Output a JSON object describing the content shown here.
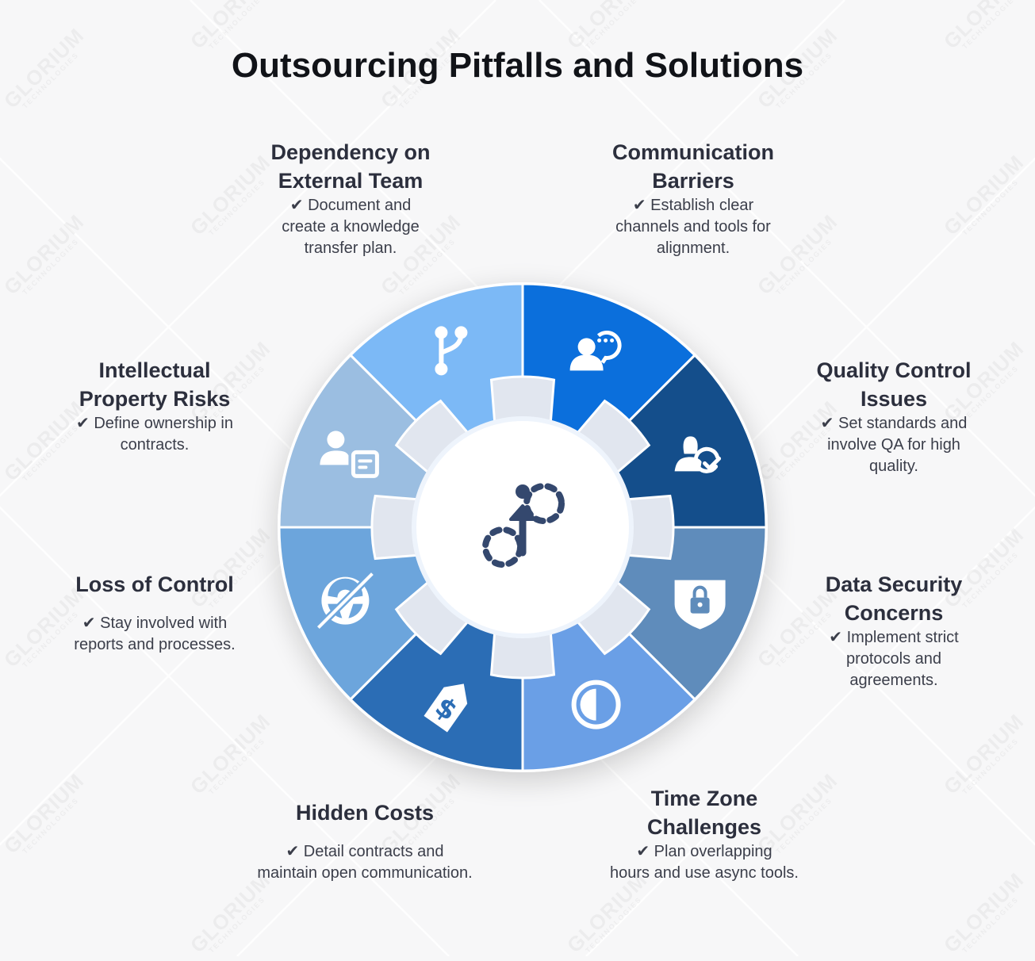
{
  "title": "Outsourcing Pitfalls and Solutions",
  "watermark": {
    "line1": "GLORIUM",
    "line2": "TECHNOLOGIES"
  },
  "center_icon": "dashed-path-arrow-up-icon",
  "colors": {
    "background": "#f7f7f8",
    "tooth": "#e1e6ef",
    "center": "#ffffff",
    "center_icon": "#34486e"
  },
  "segments": [
    {
      "id": "dependency",
      "heading": "Dependency on External Team",
      "heading_lines": [
        "Dependency on",
        "External Team"
      ],
      "solution_lines": [
        "✔ Document and",
        "create a knowledge",
        "transfer plan."
      ],
      "icon": "git-branch-icon",
      "color": "#7cb9f6"
    },
    {
      "id": "communication",
      "heading": "Communication Barriers",
      "heading_lines": [
        "Communication",
        "Barriers"
      ],
      "solution_lines": [
        "✔ Establish clear",
        "channels and tools for",
        "alignment."
      ],
      "icon": "person-chat-icon",
      "color": "#0b6fdc"
    },
    {
      "id": "quality",
      "heading": "Quality Control Issues",
      "heading_lines": [
        "Quality Control",
        "Issues"
      ],
      "solution_lines": [
        "✔ Set standards and",
        "involve QA for high",
        "quality."
      ],
      "icon": "person-check-icon",
      "color": "#144e8b"
    },
    {
      "id": "security",
      "heading": "Data Security Concerns",
      "heading_lines": [
        "Data Security",
        "Concerns"
      ],
      "solution_lines": [
        "✔ Implement strict",
        "protocols and",
        "agreements."
      ],
      "icon": "shield-lock-icon",
      "color": "#5f8cbb"
    },
    {
      "id": "timezone",
      "heading": "Time Zone Challenges",
      "heading_lines": [
        "Time Zone",
        "Challenges"
      ],
      "solution_lines": [
        "✔ Plan overlapping",
        "hours and use async tools."
      ],
      "icon": "half-circle-icon",
      "color": "#6a9fe6"
    },
    {
      "id": "costs",
      "heading": "Hidden Costs",
      "heading_lines": [
        "Hidden Costs"
      ],
      "solution_lines": [
        "✔ Detail contracts and",
        "maintain open communication."
      ],
      "icon": "price-tag-dollar-icon",
      "color": "#2b6db5"
    },
    {
      "id": "control",
      "heading": "Loss of Control",
      "heading_lines": [
        "Loss of Control"
      ],
      "solution_lines": [
        "✔ Stay involved with",
        "reports and processes."
      ],
      "icon": "steering-wheel-off-icon",
      "color": "#6ca5dc"
    },
    {
      "id": "ip",
      "heading": "Intellectual Property Risks",
      "heading_lines": [
        "Intellectual",
        "Property Risks"
      ],
      "solution_lines": [
        "✔ Define ownership in",
        "contracts."
      ],
      "icon": "person-document-icon",
      "color": "#9bbee1"
    }
  ]
}
